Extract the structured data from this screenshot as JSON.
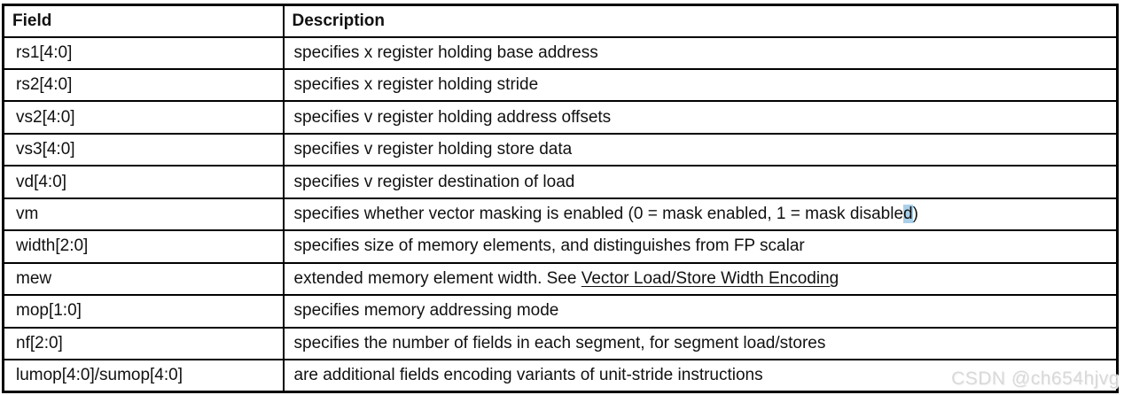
{
  "table": {
    "headers": {
      "field": "Field",
      "description": "Description"
    },
    "rows": [
      {
        "field": "rs1[4:0]",
        "desc_pre": "specifies x register holding base address"
      },
      {
        "field": "rs2[4:0]",
        "desc_pre": "specifies x register holding stride"
      },
      {
        "field": "vs2[4:0]",
        "desc_pre": "specifies v register holding address offsets"
      },
      {
        "field": "vs3[4:0]",
        "desc_pre": "specifies v register holding store data"
      },
      {
        "field": "vd[4:0]",
        "desc_pre": "specifies v register destination of load"
      },
      {
        "field": "vm",
        "desc_pre": "specifies whether vector masking is enabled (0 = mask enabled, 1 = mask disable",
        "desc_highlight": "d",
        "desc_post": ")"
      },
      {
        "field": "width[2:0]",
        "desc_pre": "specifies size of memory elements, and distinguishes from FP scalar"
      },
      {
        "field": "mew",
        "desc_pre": "extended memory element width. See ",
        "desc_link": "Vector Load/Store Width Encoding"
      },
      {
        "field": "mop[1:0]",
        "desc_pre": "specifies memory addressing mode"
      },
      {
        "field": "nf[2:0]",
        "desc_pre": "specifies the number of fields in each segment, for segment load/stores"
      },
      {
        "field": "lumop[4:0]/sumop[4:0]",
        "desc_pre": "are additional fields encoding variants of unit-stride instructions"
      }
    ]
  },
  "watermark": "CSDN @ch654hjvg",
  "colors": {
    "border": "#000000",
    "text": "#111111",
    "link": "#111111",
    "highlight": "#a9cfe9",
    "watermark": "#d9d9d9"
  }
}
